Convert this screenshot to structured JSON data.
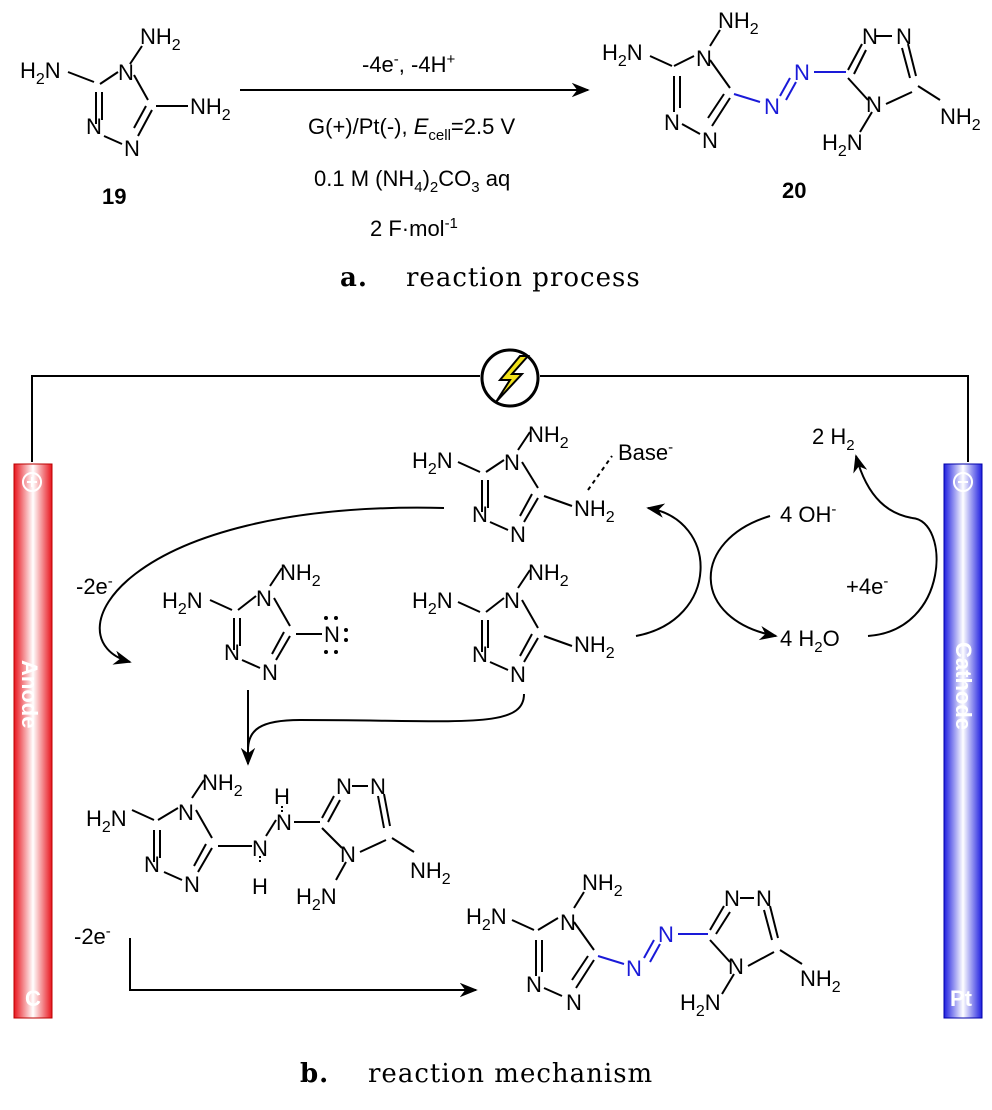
{
  "part_a": {
    "caption_letter": "a.",
    "caption_text": "reaction process",
    "reactant_id": "19",
    "product_id": "20",
    "conditions": {
      "line1_main": "-4e",
      "line1_sup1": "-",
      "line1_mid": ", -4H",
      "line1_sup2": "+",
      "line2_pre": "G(+)/Pt(-), ",
      "line2_E": "E",
      "line2_sub": "cell",
      "line2_post": "=2.5 V",
      "line3_pre": "0.1 M (NH",
      "line3_sub1": "4",
      "line3_mid": ")",
      "line3_sub2": "2",
      "line3_co": "CO",
      "line3_sub3": "3",
      "line3_post": " aq",
      "line4_main": "2 F·mol",
      "line4_sup": "-1"
    }
  },
  "part_b": {
    "caption_letter": "b.",
    "caption_text": "reaction mechanism",
    "anode_label": "Anode",
    "anode_material": "C",
    "anode_sign": "+",
    "cathode_label": "Cathode",
    "cathode_material": "Pt",
    "cathode_sign": "−",
    "step1_electrons": "-2e",
    "step1_sup": "-",
    "step2_electrons": "-2e",
    "step2_sup": "-",
    "cathode_electrons": "+4e",
    "cathode_sup": "-",
    "base_label": "Base",
    "base_sup": "-",
    "hydroxide": "4 OH",
    "hydroxide_sup": "-",
    "water": "4 H",
    "water_sub": "2",
    "water_o": "O",
    "hydrogen": "2 H",
    "hydrogen_sub": "2"
  },
  "atoms": {
    "N": "N",
    "H": "H",
    "NH2_main": "NH",
    "NH2_sub": "2",
    "H2N_h": "H",
    "H2N_sub": "2",
    "H2N_n": "N"
  },
  "colors": {
    "anode_red": "#e8141c",
    "cathode_blue": "#1e1ee0",
    "azo_blue": "#1a1ad8",
    "bolt_yellow": "#f2e21a"
  },
  "icons": [
    "lightning-bolt-icon",
    "plus-circle-icon",
    "minus-circle-icon"
  ]
}
